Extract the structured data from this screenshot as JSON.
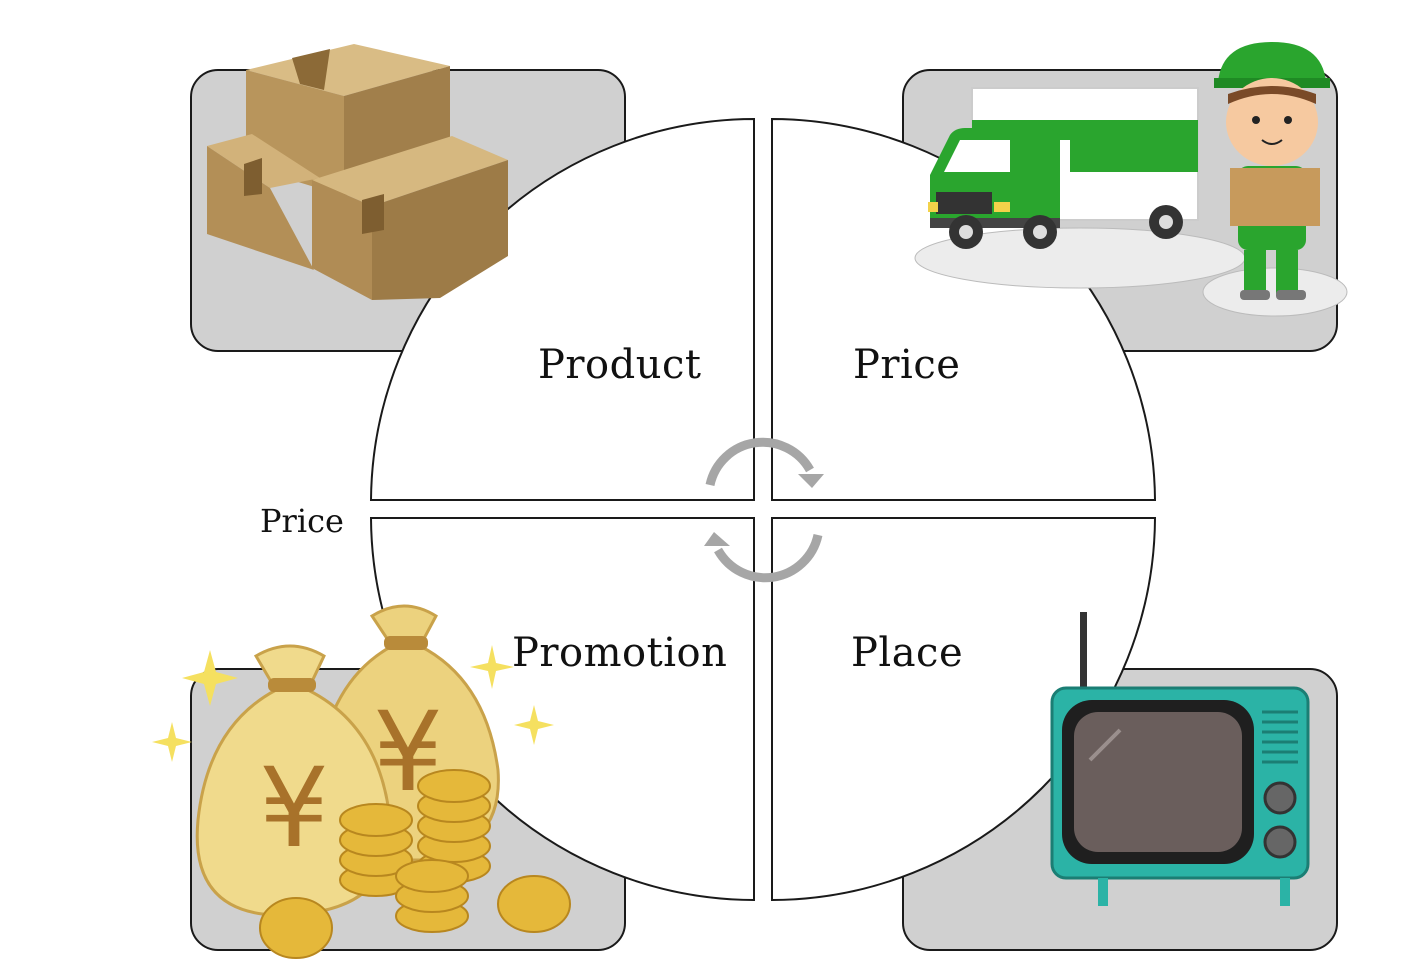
{
  "quadrants": {
    "top_left": "Product",
    "top_right": "Price",
    "bottom_left": "Promotion",
    "bottom_right": "Place"
  },
  "side_label": "Price",
  "colors": {
    "panel": "#d0d0d0",
    "cycle_arrow": "#a6a6a6",
    "truck_green": "#2aa52e",
    "tv_teal": "#2bb3a6",
    "money_gold": "#e8c04a"
  },
  "icons": [
    "boxes-icon",
    "delivery-truck-icon",
    "money-bags-icon",
    "television-icon",
    "cycle-arrows-icon"
  ]
}
